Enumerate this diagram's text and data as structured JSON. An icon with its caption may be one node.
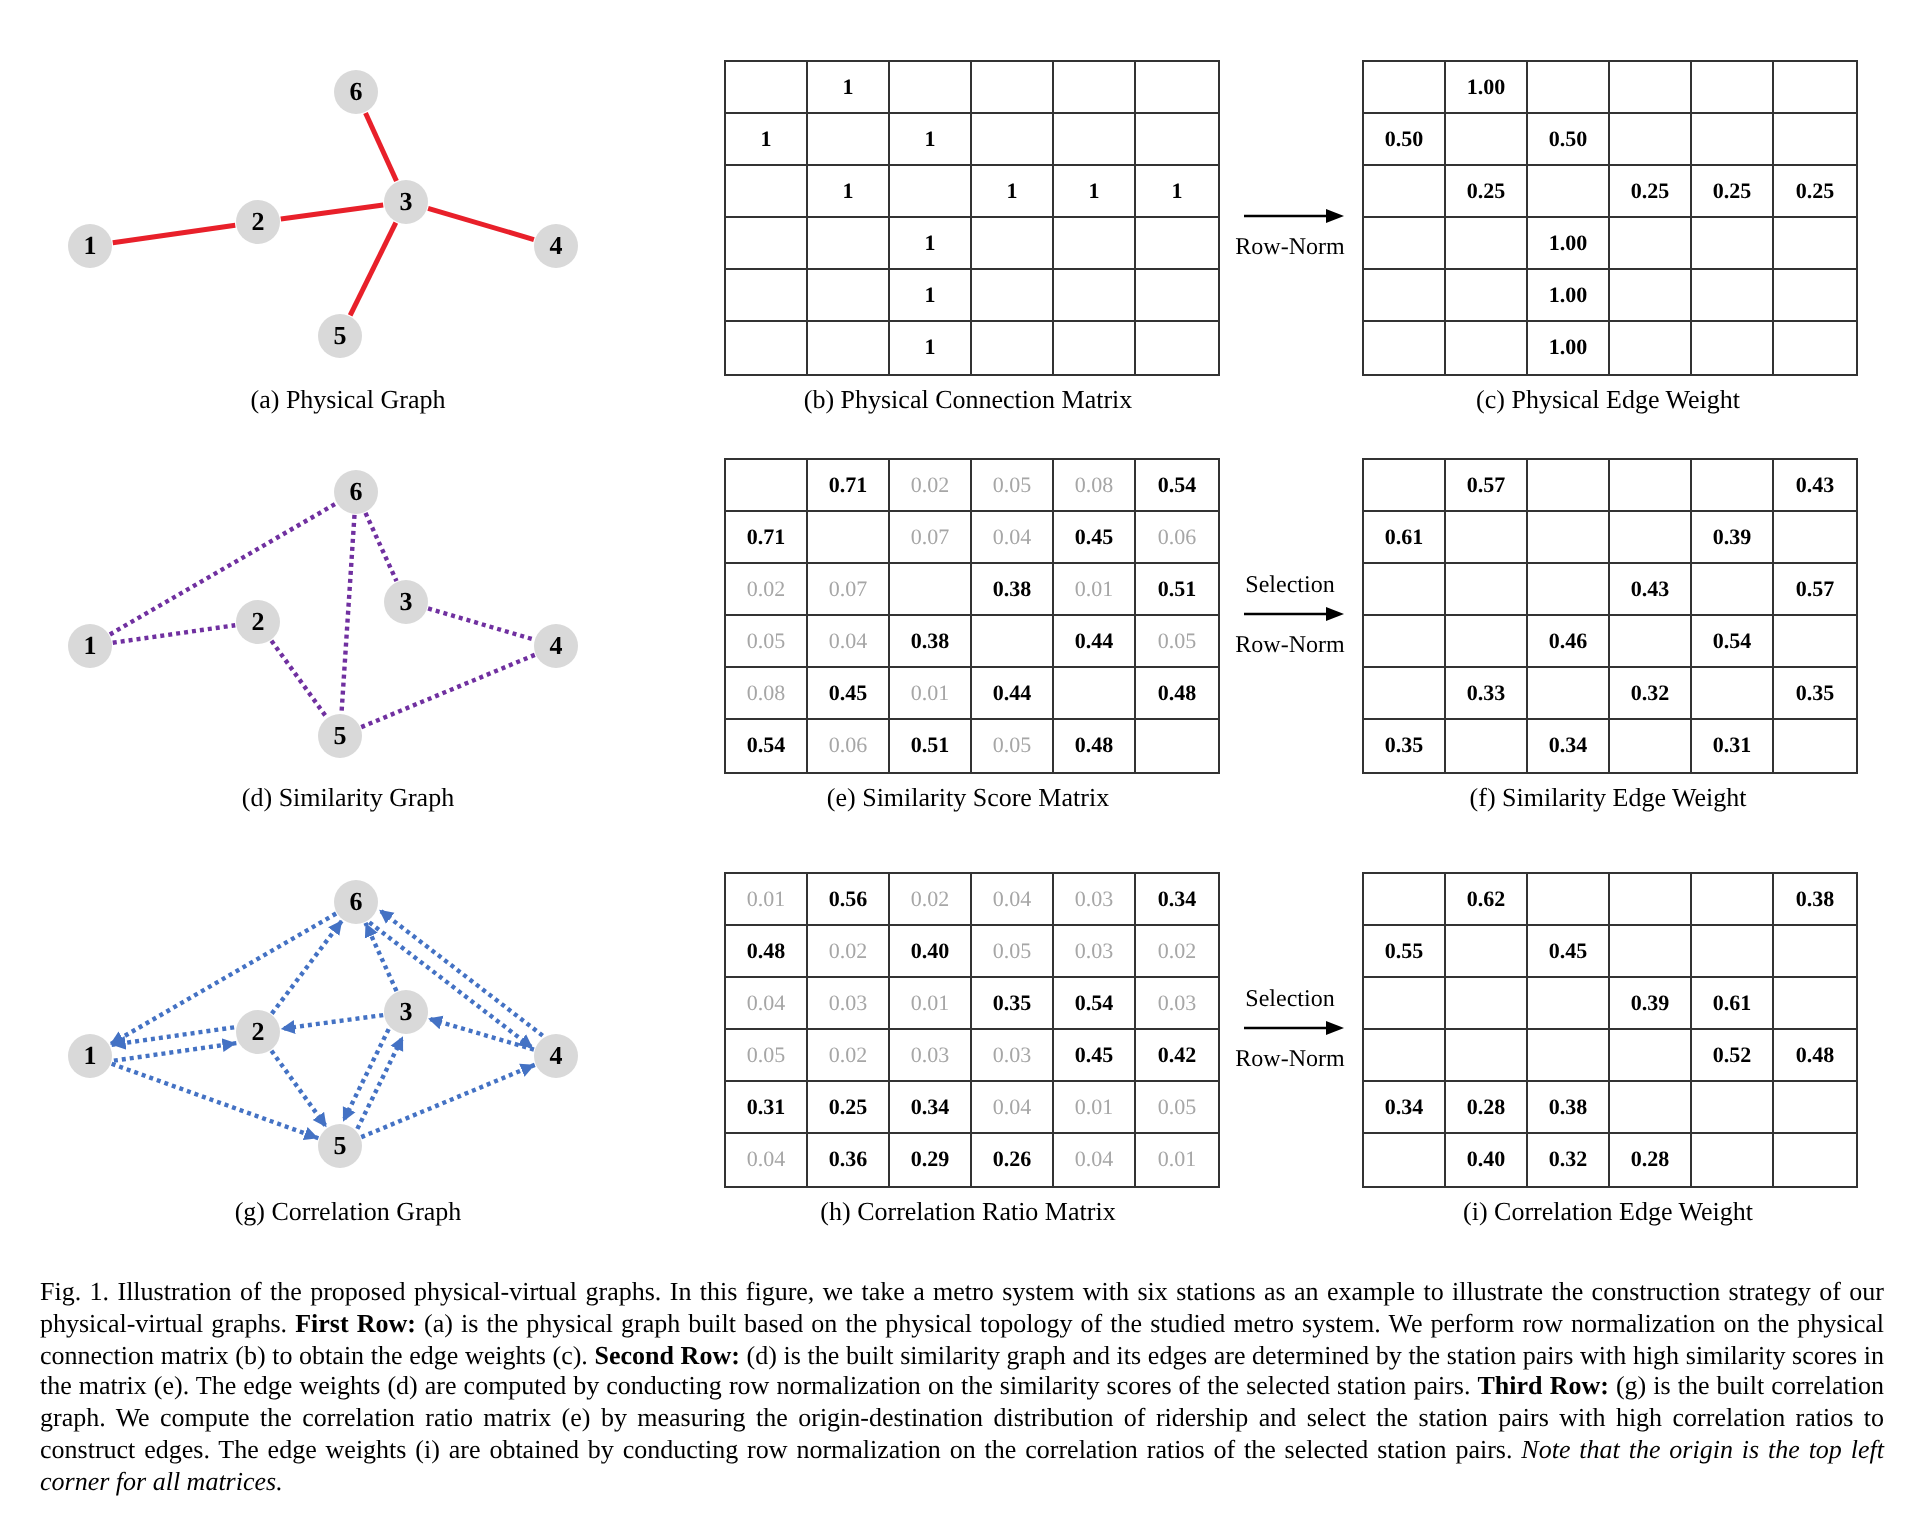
{
  "diagram": {
    "caption": "Fig. 1.   Illustration of the proposed physical-virtual graphs. In this figure, we take a metro system with six stations as an example to illustrate the construction strategy of our physical-virtual graphs. **First Row:** (a) is the physical graph built based on the physical topology of the studied metro system. We perform row normalization on the physical connection matrix (b) to obtain the edge weights (c). **Second Row:** (d) is the built similarity graph and its edges are determined by the station pairs with high similarity scores in the matrix (e). The edge weights (d) are computed by conducting row normalization on the similarity scores of the selected station pairs. **Third Row:** (g) is the built correlation graph. We compute the correlation ratio matrix (e) by measuring the origin-destination distribution of ridership and select the station pairs with high correlation ratios to construct edges. The edge weights (i) are obtained by conducting row normalization on the correlation ratios of the selected station pairs. *Note that the origin is the top left corner for all matrices.*",
    "nodes": [
      {
        "text": [
          "1"
        ]
      },
      {
        "text": [
          "2"
        ]
      },
      {
        "text": [
          "3"
        ]
      },
      {
        "text": [
          "4"
        ]
      },
      {
        "text": [
          "5"
        ]
      },
      {
        "text": [
          "6"
        ]
      },
      {
        "text": [
          "1"
        ]
      },
      {
        "text": [
          "2"
        ]
      },
      {
        "text": [
          "3"
        ]
      },
      {
        "text": [
          "4"
        ]
      },
      {
        "text": [
          "5"
        ]
      },
      {
        "text": [
          "6"
        ]
      },
      {
        "text": [
          "1"
        ]
      },
      {
        "text": [
          "2"
        ]
      },
      {
        "text": [
          "3"
        ]
      },
      {
        "text": [
          "4"
        ]
      },
      {
        "text": [
          "5"
        ]
      },
      {
        "text": [
          "6"
        ]
      }
    ],
    "edges": [
      {
        "from": 0,
        "to": 1,
        "arrow": "none",
        "color": "#e8202a"
      },
      {
        "from": 1,
        "to": 2,
        "arrow": "none",
        "color": "#e8202a"
      },
      {
        "from": 2,
        "to": 5,
        "arrow": "none",
        "color": "#e8202a"
      },
      {
        "from": 2,
        "to": 3,
        "arrow": "none",
        "color": "#e8202a"
      },
      {
        "from": 2,
        "to": 4,
        "arrow": "none",
        "color": "#e8202a"
      },
      {
        "from": 6,
        "to": 11,
        "arrow": "none",
        "style": "dashed",
        "color": "#7030a0"
      },
      {
        "from": 6,
        "to": 7,
        "arrow": "none",
        "style": "dashed",
        "color": "#7030a0"
      },
      {
        "from": 7,
        "to": 10,
        "arrow": "none",
        "style": "dashed",
        "color": "#7030a0"
      },
      {
        "from": 11,
        "to": 10,
        "arrow": "none",
        "style": "dashed",
        "color": "#7030a0"
      },
      {
        "from": 11,
        "to": 8,
        "arrow": "none",
        "style": "dashed",
        "color": "#7030a0"
      },
      {
        "from": 8,
        "to": 9,
        "arrow": "none",
        "style": "dashed",
        "color": "#7030a0"
      },
      {
        "from": 10,
        "to": 9,
        "arrow": "none",
        "style": "dashed",
        "color": "#7030a0"
      },
      {
        "from": 17,
        "to": 12,
        "arrow": "to",
        "style": "dashed"
      },
      {
        "from": 12,
        "to": 13,
        "arrow": "to",
        "style": "dashed"
      },
      {
        "from": 13,
        "to": 12,
        "arrow": "to",
        "style": "dashed"
      },
      {
        "from": 13,
        "to": 17,
        "arrow": "to",
        "style": "dashed"
      },
      {
        "from": 14,
        "to": 13,
        "arrow": "to",
        "style": "dashed"
      },
      {
        "from": 14,
        "to": 17,
        "arrow": "to",
        "style": "dashed"
      },
      {
        "from": 17,
        "to": 15,
        "arrow": "to",
        "style": "dashed"
      },
      {
        "from": 15,
        "to": 17,
        "arrow": "to",
        "style": "dashed"
      },
      {
        "from": 15,
        "to": 14,
        "arrow": "to",
        "style": "dashed"
      },
      {
        "from": 12,
        "to": 16,
        "arrow": "to",
        "style": "dashed"
      },
      {
        "from": 13,
        "to": 16,
        "arrow": "to",
        "style": "dashed"
      },
      {
        "from": 16,
        "to": 14,
        "arrow": "to",
        "style": "dashed"
      },
      {
        "from": 14,
        "to": 16,
        "arrow": "to",
        "style": "dashed"
      },
      {
        "from": 16,
        "to": 15,
        "arrow": "to",
        "style": "dashed"
      }
    ],
    "labels": [
      "1",
      "1",
      "1",
      "1",
      "1",
      "1",
      "1",
      "1",
      "1",
      "1",
      "Row-Norm",
      "1.00",
      "0.50",
      "0.50",
      "0.25",
      "0.25",
      "0.25",
      "0.25",
      "1.00",
      "1.00",
      "1.00",
      "(a) Physical Graph",
      "(b) Physical Connection Matrix",
      "(c) Physical Edge Weight",
      "0.71",
      "0.02",
      "0.05",
      "0.08",
      "0.54",
      "0.71",
      "0.07",
      "0.04",
      "0.45",
      "0.06",
      "0.02",
      "0.07",
      "0.38",
      "0.01",
      "0.51",
      "0.05",
      "0.04",
      "0.38",
      "0.44",
      "0.05",
      "0.08",
      "0.45",
      "0.01",
      "0.44",
      "0.48",
      "0.54",
      "0.06",
      "0.51",
      "0.05",
      "0.48",
      "Selection",
      "Row-Norm",
      "0.57",
      "0.43",
      "0.61",
      "0.39",
      "0.43",
      "0.57",
      "0.46",
      "0.54",
      "0.33",
      "0.32",
      "0.35",
      "0.35",
      "0.34",
      "0.31",
      "(d) Similarity Graph",
      "(e) Similarity Score Matrix",
      "(f) Similarity Edge Weight",
      "0.01",
      "0.56",
      "0.02",
      "0.04",
      "0.03",
      "0.34",
      "0.48",
      "0.02",
      "0.40",
      "0.05",
      "0.03",
      "0.02",
      "0.04",
      "0.03",
      "0.01",
      "0.35",
      "0.54",
      "0.03",
      "0.05",
      "0.02",
      "0.03",
      "0.03",
      "0.45",
      "0.42",
      "0.31",
      "0.25",
      "0.34",
      "0.04",
      "0.01",
      "0.05",
      "0.04",
      "0.36",
      "0.29",
      "0.26",
      "0.04",
      "0.01",
      "Selection",
      "Row-Norm",
      "0.62",
      "0.38",
      "0.55",
      "0.45",
      "0.39",
      "0.61",
      "0.52",
      "0.48",
      "0.34",
      "0.28",
      "0.38",
      "0.40",
      "0.32",
      "0.28",
      "(g) Correlation Graph",
      "(h) Correlation Ratio Matrix",
      "(i) Correlation Edge Weight"
    ]
  }
}
